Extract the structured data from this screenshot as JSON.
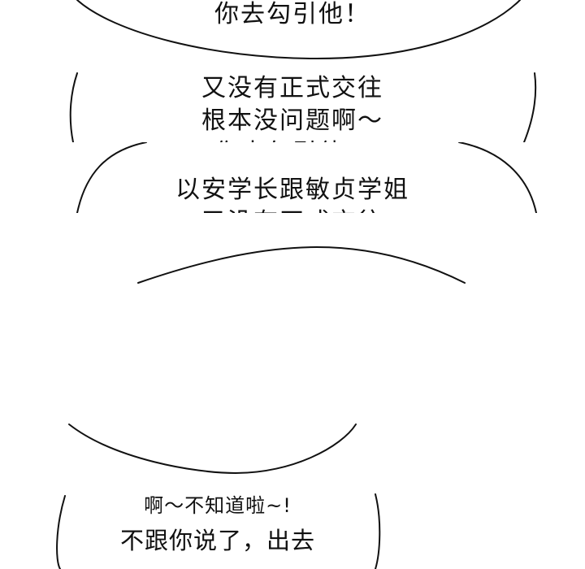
{
  "strip": {
    "panel1": {
      "lines": [
        "你去勾引他！"
      ]
    },
    "panel2": {
      "lines": [
        "又没有正式交往",
        "根本没问题啊～",
        "你去勾引他！"
      ]
    },
    "panel3": {
      "lines": [
        "以安学长跟敏贞学姐",
        "又没有正式交往"
      ]
    },
    "panel4": {
      "lines": []
    },
    "panel5": {
      "lines": [
        "啊～不知道啦~!",
        "不跟你说了，出去"
      ]
    }
  }
}
